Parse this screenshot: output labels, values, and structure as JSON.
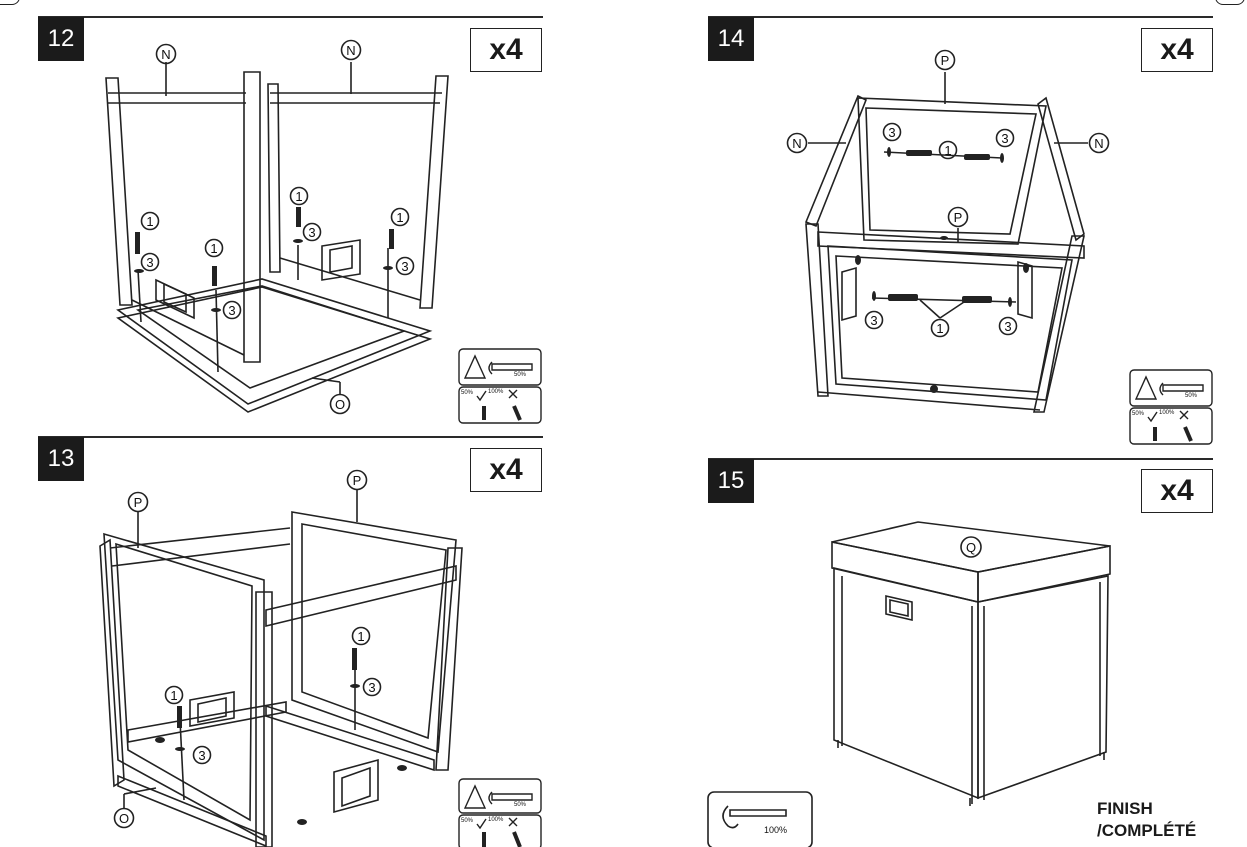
{
  "steps": [
    {
      "number": "12",
      "qty": "x4",
      "part_labels": [
        "N",
        "N",
        "O"
      ],
      "hardware": [
        "1",
        "3"
      ]
    },
    {
      "number": "13",
      "qty": "x4",
      "part_labels": [
        "P",
        "P",
        "O"
      ],
      "hardware": [
        "1",
        "3"
      ]
    },
    {
      "number": "14",
      "qty": "x4",
      "part_labels": [
        "P",
        "P",
        "N",
        "N"
      ],
      "hardware": [
        "1",
        "3"
      ]
    },
    {
      "number": "15",
      "qty": "x4",
      "part_labels": [
        "Q"
      ]
    }
  ],
  "torque_panel": {
    "half_torque": "50%",
    "check_pct_a": "50%",
    "check_pct_b": "100%"
  },
  "final_torque": "100%",
  "finish_line1": "FINISH",
  "finish_line2": "/COMPLÉTÉ"
}
